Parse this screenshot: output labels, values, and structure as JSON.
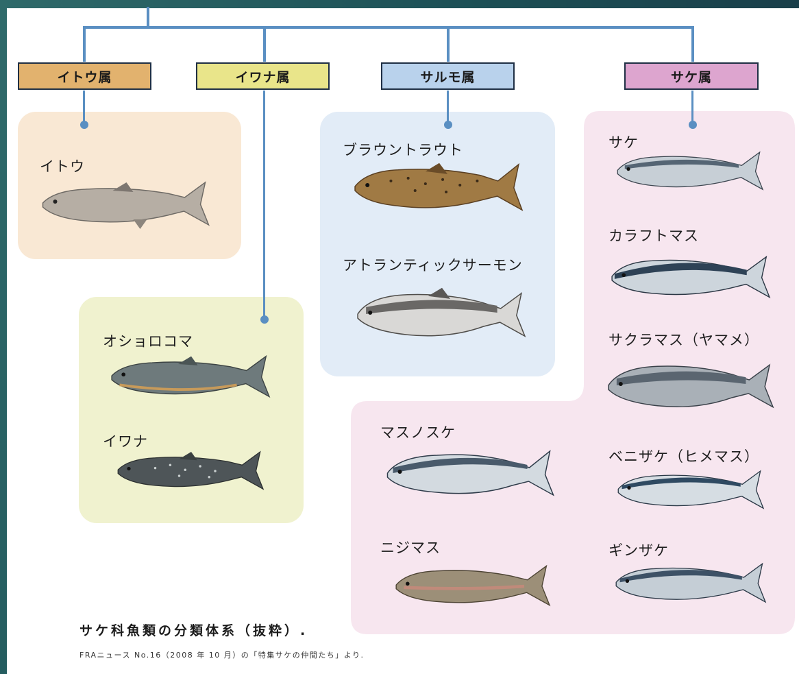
{
  "genera": [
    {
      "id": "hucho",
      "label": "イトウ属",
      "color": "#e2b26e"
    },
    {
      "id": "salvelinus",
      "label": "イワナ属",
      "color": "#e9e58a"
    },
    {
      "id": "salmo",
      "label": "サルモ属",
      "color": "#b9d2ec"
    },
    {
      "id": "oncorhynchus",
      "label": "サケ属",
      "color": "#dda5cf"
    }
  ],
  "panels": {
    "hucho": {
      "color": "#f9e8d4",
      "species": [
        "イトウ"
      ]
    },
    "salvelinus": {
      "color": "#f0f2cf",
      "species": [
        "オショロコマ",
        "イワナ"
      ]
    },
    "salmo": {
      "color": "#e2ecf7",
      "species": [
        "ブラウントラウト",
        "アトランティックサーモン"
      ]
    },
    "oncorhynchus": {
      "color": "#f7e6ef",
      "species": [
        "サケ",
        "カラフトマス",
        "サクラマス（ヤマメ）",
        "ベニザケ（ヒメマス）",
        "ギンザケ",
        "マスノスケ",
        "ニジマス"
      ]
    }
  },
  "caption": {
    "title": "サケ科魚類の分類体系（抜粋）.",
    "source": "FRAニュース No.16（2008 年 10 月）の「特集サケの仲間たち」より."
  }
}
